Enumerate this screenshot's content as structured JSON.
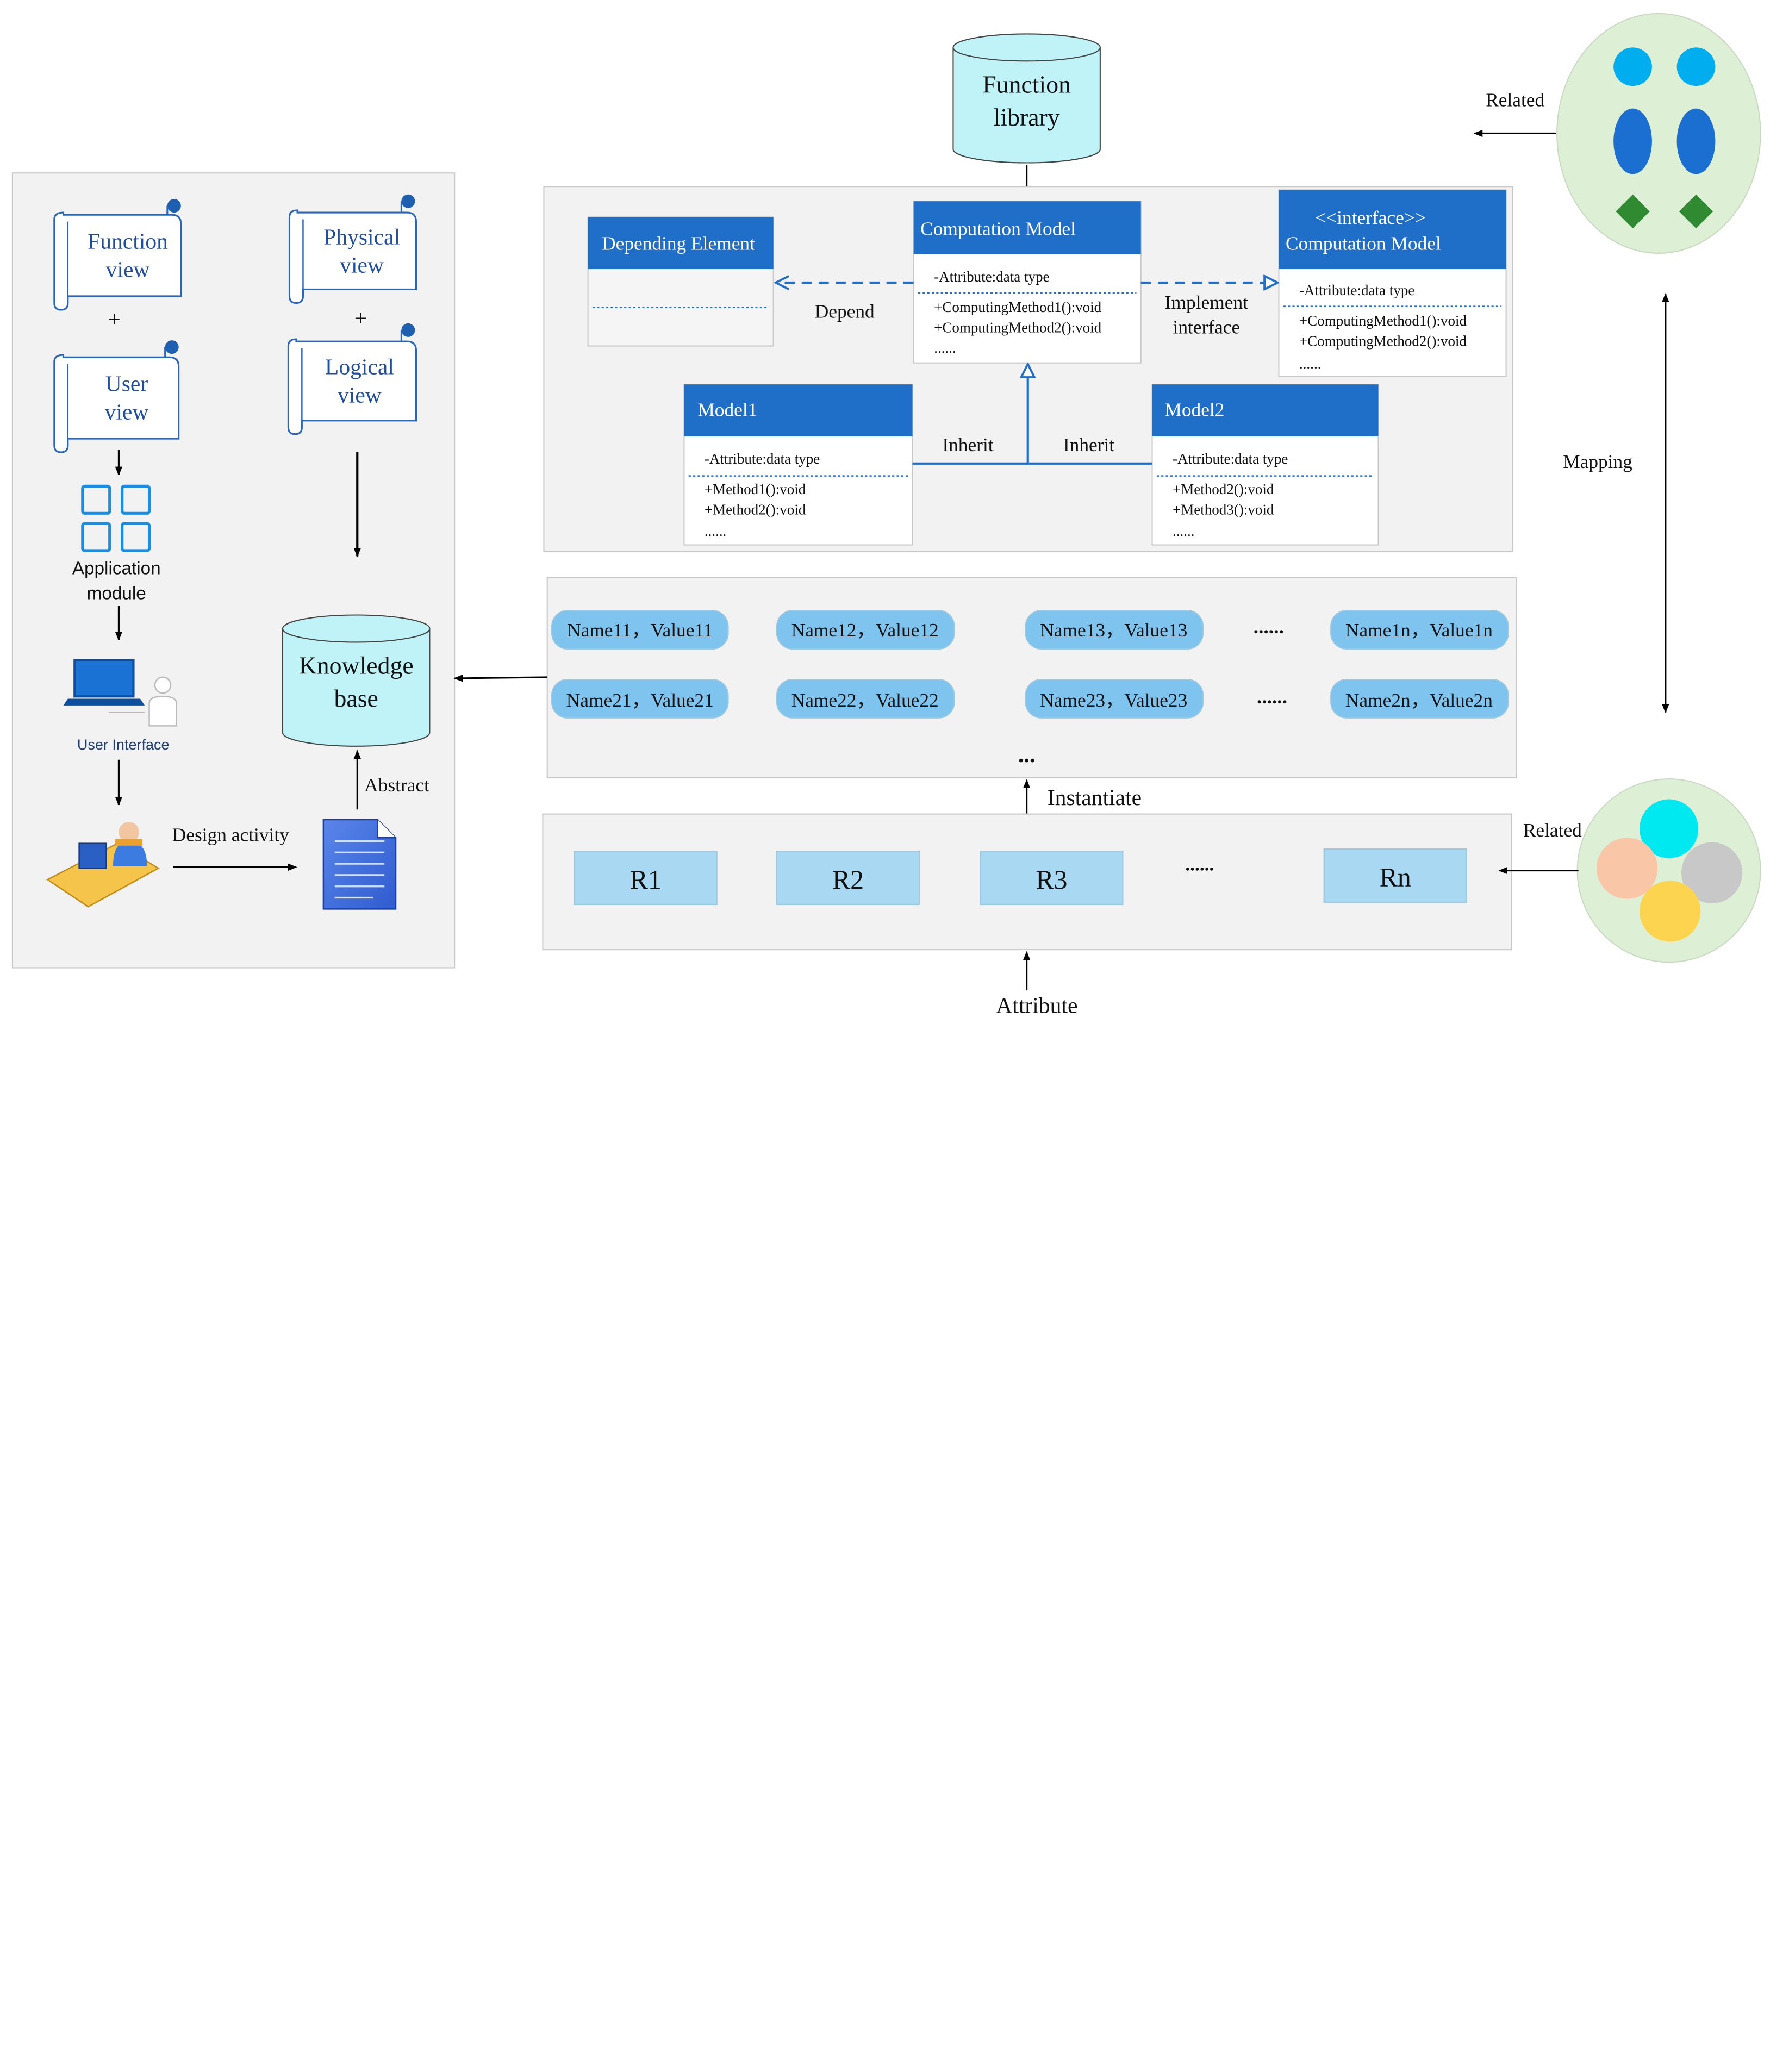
{
  "left_panel": {
    "function_view": [
      "Function",
      "view"
    ],
    "user_view": [
      "User",
      "view"
    ],
    "physical_view": [
      "Physical",
      "view"
    ],
    "logical_view": [
      "Logical",
      "view"
    ],
    "plus": "+",
    "application_module": [
      "Application",
      "module"
    ],
    "user_interface": "User Interface",
    "design_activity": "Design activity",
    "knowledge_base": [
      "Knowledge",
      "base"
    ],
    "abstract": "Abstract"
  },
  "top": {
    "function_library": [
      "Function",
      "library"
    ]
  },
  "uml": {
    "depending_element": {
      "title": "Depending Element"
    },
    "computation_model": {
      "title": "Computation Model",
      "attribute": "-Attribute:data type",
      "methods": [
        "+ComputingMethod1():void",
        "+ComputingMethod2():void",
        "......"
      ]
    },
    "interface_model": {
      "stereotype": "<<interface>>",
      "title": "Computation Model",
      "attribute": "-Attribute:data type",
      "methods": [
        "+ComputingMethod1():void",
        "+ComputingMethod2():void",
        "......"
      ]
    },
    "model1": {
      "title": "Model1",
      "attribute": "-Attribute:data type",
      "methods": [
        "+Method1():void",
        "+Method2():void",
        "......"
      ]
    },
    "model2": {
      "title": "Model2",
      "attribute": "-Attribute:data type",
      "methods": [
        "+Method2():void",
        "+Method3():void",
        "......"
      ]
    },
    "depend_label": "Depend",
    "implement_label": [
      "Implement",
      "interface"
    ],
    "inherit_left": "Inherit",
    "inherit_right": "Inherit"
  },
  "pairs": {
    "row1": [
      "Name11，Value11",
      "Name12，Value12",
      "Name13，Value13",
      "Name1n，Value1n"
    ],
    "row2": [
      "Name21，Value21",
      "Name22，Value22",
      "Name23，Value23",
      "Name2n，Value2n"
    ],
    "ellipsis_h": "......",
    "ellipsis_v": "..."
  },
  "instantiate": "Instantiate",
  "records": {
    "items": [
      "R1",
      "R2",
      "R3",
      "Rn"
    ],
    "ellipsis": "......"
  },
  "attribute": "Attribute",
  "right": {
    "related_top": "Related",
    "related_bottom": "Related",
    "mapping": "Mapping"
  },
  "colors": {
    "uml_header": "#1f6fc9",
    "pair_fill": "#7ec4ee",
    "record_fill": "#a8d8f2",
    "cylinder": "#bff3f8",
    "panel": "#f2f2f2",
    "circle_bg": "#ddf0d6"
  }
}
